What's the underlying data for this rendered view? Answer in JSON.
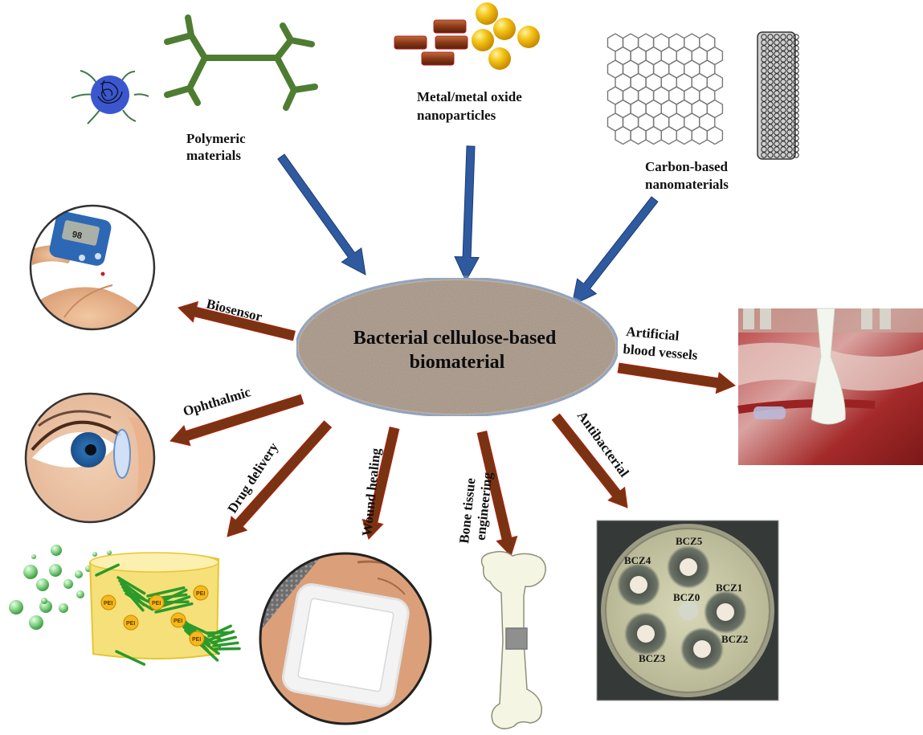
{
  "center": {
    "line1": "Bacterial cellulose-based",
    "line2": "biomaterial"
  },
  "inputs": [
    {
      "id": "polymeric",
      "line1": "Polymeric",
      "line2": "materials"
    },
    {
      "id": "metal",
      "line1": "Metal/metal oxide",
      "line2": "nanoparticles"
    },
    {
      "id": "carbon",
      "line1": "Carbon-based",
      "line2": "nanomaterials"
    }
  ],
  "applications": [
    {
      "id": "biosensor",
      "label": "Biosensor"
    },
    {
      "id": "ophthalmic",
      "label": "Ophthalmic"
    },
    {
      "id": "drug",
      "label": "Drug delivery"
    },
    {
      "id": "wound",
      "label": "Wound healing"
    },
    {
      "id": "bone",
      "line1": "Bone tissue",
      "line2": "engineering"
    },
    {
      "id": "antibacterial",
      "label": "Antibacterial"
    },
    {
      "id": "vessels",
      "line1": "Artificial",
      "line2": "blood vessels"
    }
  ],
  "glucometer_reading": "98",
  "petri_dish_labels": [
    "BCZ5",
    "BCZ4",
    "BCZ0",
    "BCZ1",
    "BCZ3",
    "BCZ2"
  ],
  "drug_carrier_tag": "PEI",
  "colors": {
    "input_arrow": "#2f5aa0",
    "output_arrow": "#7a3312",
    "dendrimer": "#4e7d32",
    "nanorod": "#8a3a18",
    "nanosphere": "#f0c010",
    "polymer_core": "#3b57d0"
  }
}
